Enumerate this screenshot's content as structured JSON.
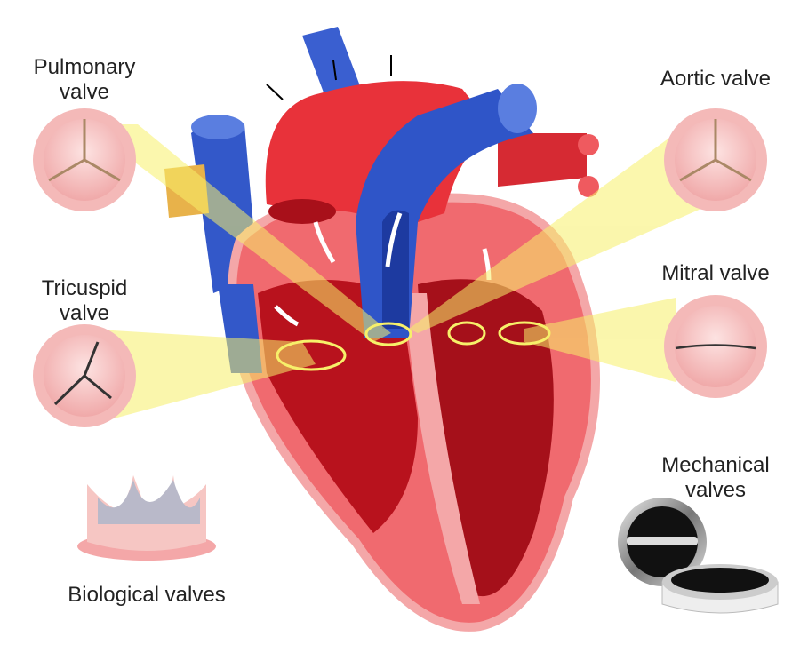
{
  "labels": {
    "pulmonary": [
      "Pulmonary",
      "valve"
    ],
    "tricuspid": [
      "Tricuspid",
      "valve"
    ],
    "aortic": "Aortic valve",
    "mitral": "Mitral valve",
    "mechanical": [
      "Mechanical",
      "valves"
    ],
    "biological": "Biological valves"
  },
  "colors": {
    "artery_red": "#e8323a",
    "vein_blue": "#2f55c8",
    "myocardium": "#c2101c",
    "pericardium_pink": "#f4a7a8",
    "valve_pink": "#f6c9c8",
    "highlight_yellow": "#f7f06a"
  }
}
